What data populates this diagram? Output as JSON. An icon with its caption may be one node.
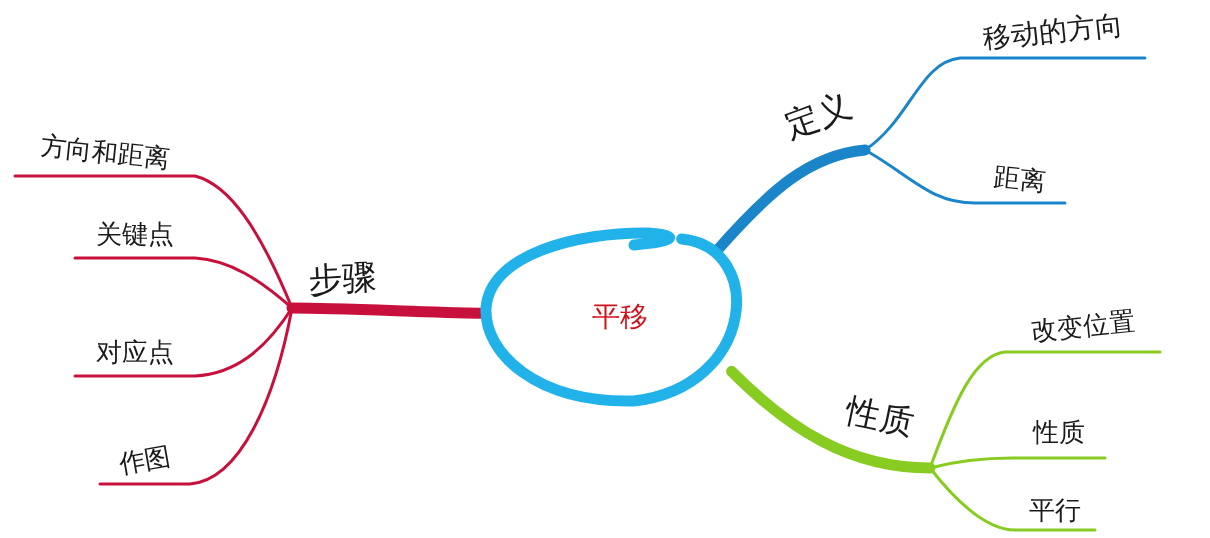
{
  "diagram": {
    "nodes": [
      {
        "text": [
          "平移"
        ]
      },
      {
        "text": [
          "定义"
        ]
      },
      {
        "text": [
          "移动的方向"
        ]
      },
      {
        "text": [
          "距离"
        ]
      },
      {
        "text": [
          "步骤"
        ]
      },
      {
        "text": [
          "方向和距离"
        ]
      },
      {
        "text": [
          "关键点"
        ]
      },
      {
        "text": [
          "对应点"
        ]
      },
      {
        "text": [
          "作图"
        ]
      },
      {
        "text": [
          "性质"
        ]
      },
      {
        "text": [
          "改变位置"
        ]
      },
      {
        "text": [
          "性质"
        ]
      },
      {
        "text": [
          "平行"
        ]
      }
    ],
    "edges": [
      {
        "from": 0,
        "to": 1,
        "arrow": "none",
        "style": "thick",
        "color": "#1a85c8"
      },
      {
        "from": 1,
        "to": 2,
        "arrow": "none",
        "color": "#1a85c8"
      },
      {
        "from": 1,
        "to": 3,
        "arrow": "none",
        "color": "#1a85c8"
      },
      {
        "from": 0,
        "to": 4,
        "arrow": "none",
        "style": "thick"
      },
      {
        "from": 4,
        "to": 5,
        "arrow": "none"
      },
      {
        "from": 4,
        "to": 6,
        "arrow": "none"
      },
      {
        "from": 4,
        "to": 7,
        "arrow": "none"
      },
      {
        "from": 4,
        "to": 8,
        "arrow": "none"
      },
      {
        "from": 0,
        "to": 9,
        "arrow": "none",
        "style": "thick",
        "color": "#88cc22"
      },
      {
        "from": 9,
        "to": 10,
        "arrow": "none",
        "color": "#88cc22"
      },
      {
        "from": 9,
        "to": 11,
        "arrow": "none",
        "color": "#88cc22"
      },
      {
        "from": 9,
        "to": 12,
        "arrow": "none",
        "color": "#88cc22"
      }
    ]
  }
}
